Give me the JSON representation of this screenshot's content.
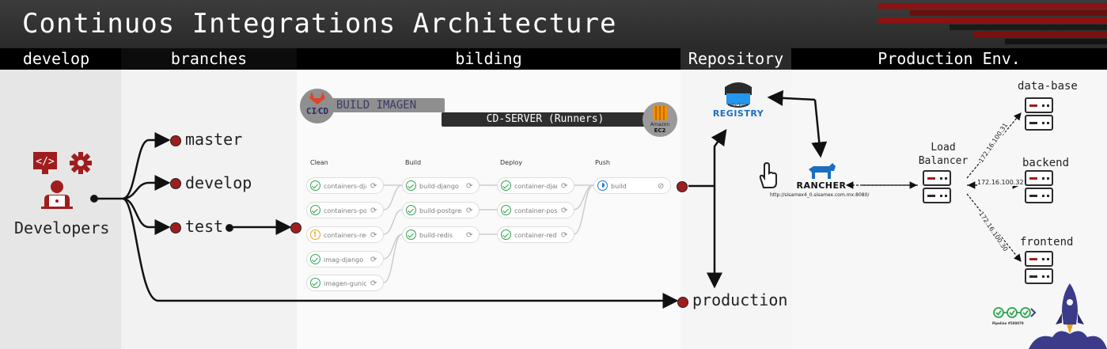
{
  "title": "Continuos Integrations Architecture",
  "header": {
    "develop": "develop",
    "branches": "branches",
    "bilding": "bilding",
    "repository": "Repository",
    "production_env": "Production Env."
  },
  "developers": {
    "label": "Developers",
    "icons": [
      "code-laptop-icon",
      "gear-icon"
    ]
  },
  "branches": [
    "master",
    "develop",
    "test",
    "production"
  ],
  "ci": {
    "logo_text": "CI⁄CD",
    "build_label": "BUILD IMAGEN",
    "server_label": "CD-SERVER (Runners)",
    "amazon_label": "Amazon",
    "ec2_label": "EC2"
  },
  "pipeline": {
    "stages": [
      {
        "name": "Clean",
        "jobs": [
          {
            "name": "containers-django",
            "status": "success",
            "action": "retry"
          },
          {
            "name": "containers-postg...",
            "status": "success",
            "action": "retry"
          },
          {
            "name": "containers-redis",
            "status": "warning",
            "action": "retry"
          },
          {
            "name": "imag-django",
            "status": "success",
            "action": "retry"
          },
          {
            "name": "imagen-gunicorn",
            "status": "success",
            "action": "retry"
          }
        ]
      },
      {
        "name": "Build",
        "jobs": [
          {
            "name": "build-django",
            "status": "success",
            "action": "retry"
          },
          {
            "name": "build-postgres",
            "status": "success",
            "action": "retry"
          },
          {
            "name": "build-redis",
            "status": "success",
            "action": "retry"
          }
        ]
      },
      {
        "name": "Deploy",
        "jobs": [
          {
            "name": "container-django",
            "status": "success",
            "action": "retry"
          },
          {
            "name": "container-postgres",
            "status": "success",
            "action": "retry"
          },
          {
            "name": "container-redis",
            "status": "success",
            "action": "retry"
          }
        ]
      },
      {
        "name": "Push",
        "jobs": [
          {
            "name": "build",
            "status": "running",
            "action": "cancel"
          }
        ]
      }
    ]
  },
  "registry": {
    "line1": "docker",
    "line2": "REGISTRY"
  },
  "rancher": {
    "label": "RANCHER",
    "url": "http://sisamex4_0.sisamex.com.mx:8080/"
  },
  "load_balancer": {
    "line1": "Load",
    "line2": "Balancer"
  },
  "servers": [
    {
      "name": "data-base",
      "ip": "172.16.100.31"
    },
    {
      "name": "backend",
      "ip": "172.16.100.32"
    },
    {
      "name": "frontend",
      "ip": "172.16.100.30"
    }
  ],
  "deploy_badge": {
    "text": "Pipeline #580079"
  },
  "colors": {
    "accent": "#a01d1d",
    "header_bg": "#000000",
    "success": "#2ea44f",
    "running": "#1f78d1",
    "warning": "#e9a11a"
  }
}
